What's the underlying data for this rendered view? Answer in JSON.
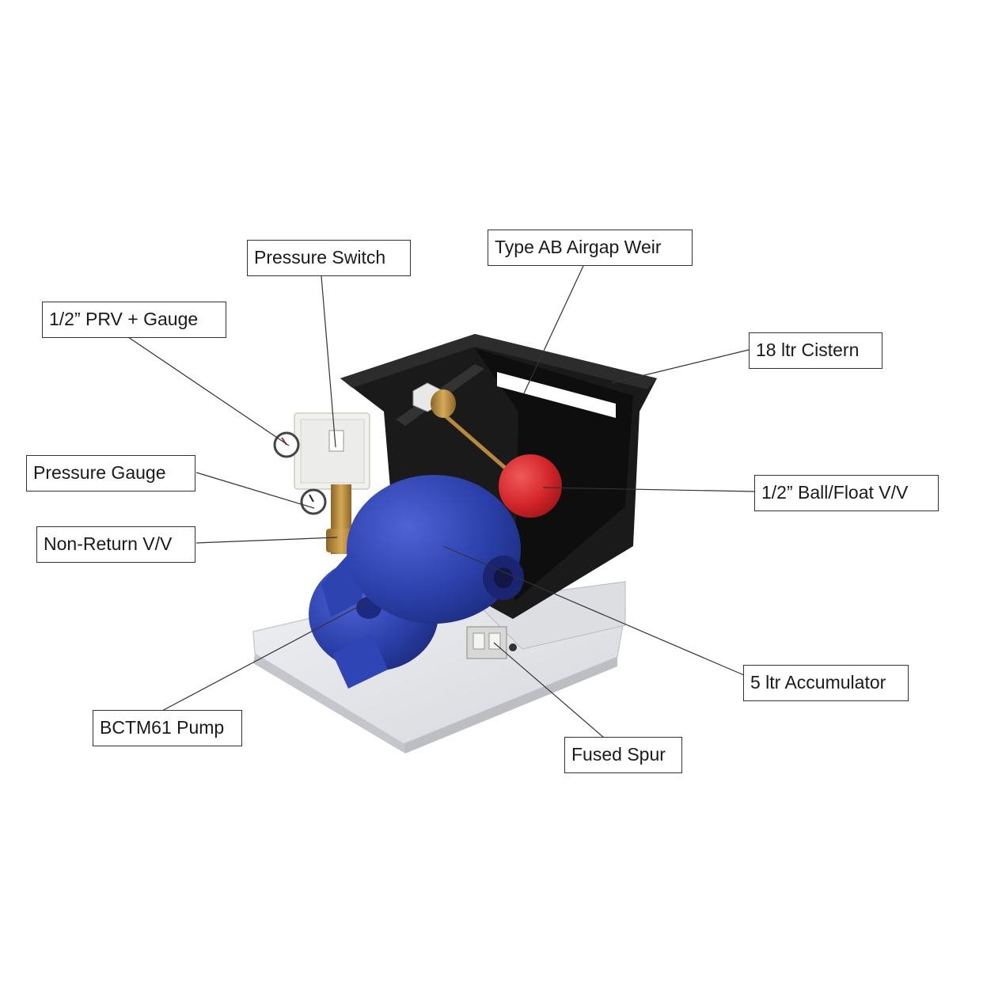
{
  "labels": {
    "pressure_switch": "Pressure Switch",
    "airgap_weir": "Type AB Airgap Weir",
    "prv_gauge": "1/2” PRV + Gauge",
    "cistern": "18 ltr Cistern",
    "pressure_gauge": "Pressure Gauge",
    "ball_float": "1/2” Ball/Float V/V",
    "non_return": "Non-Return V/V",
    "accumulator": "5 ltr Accumulator",
    "pump": "BCTM61 Pump",
    "fused_spur": "Fused Spur"
  },
  "colors": {
    "cistern": "#141414",
    "pump_blue": "#2a3fa8",
    "float_red": "#d4262a",
    "brass": "#b8893a",
    "base_plate": "#e6e7ea",
    "label_border": "#333333"
  }
}
